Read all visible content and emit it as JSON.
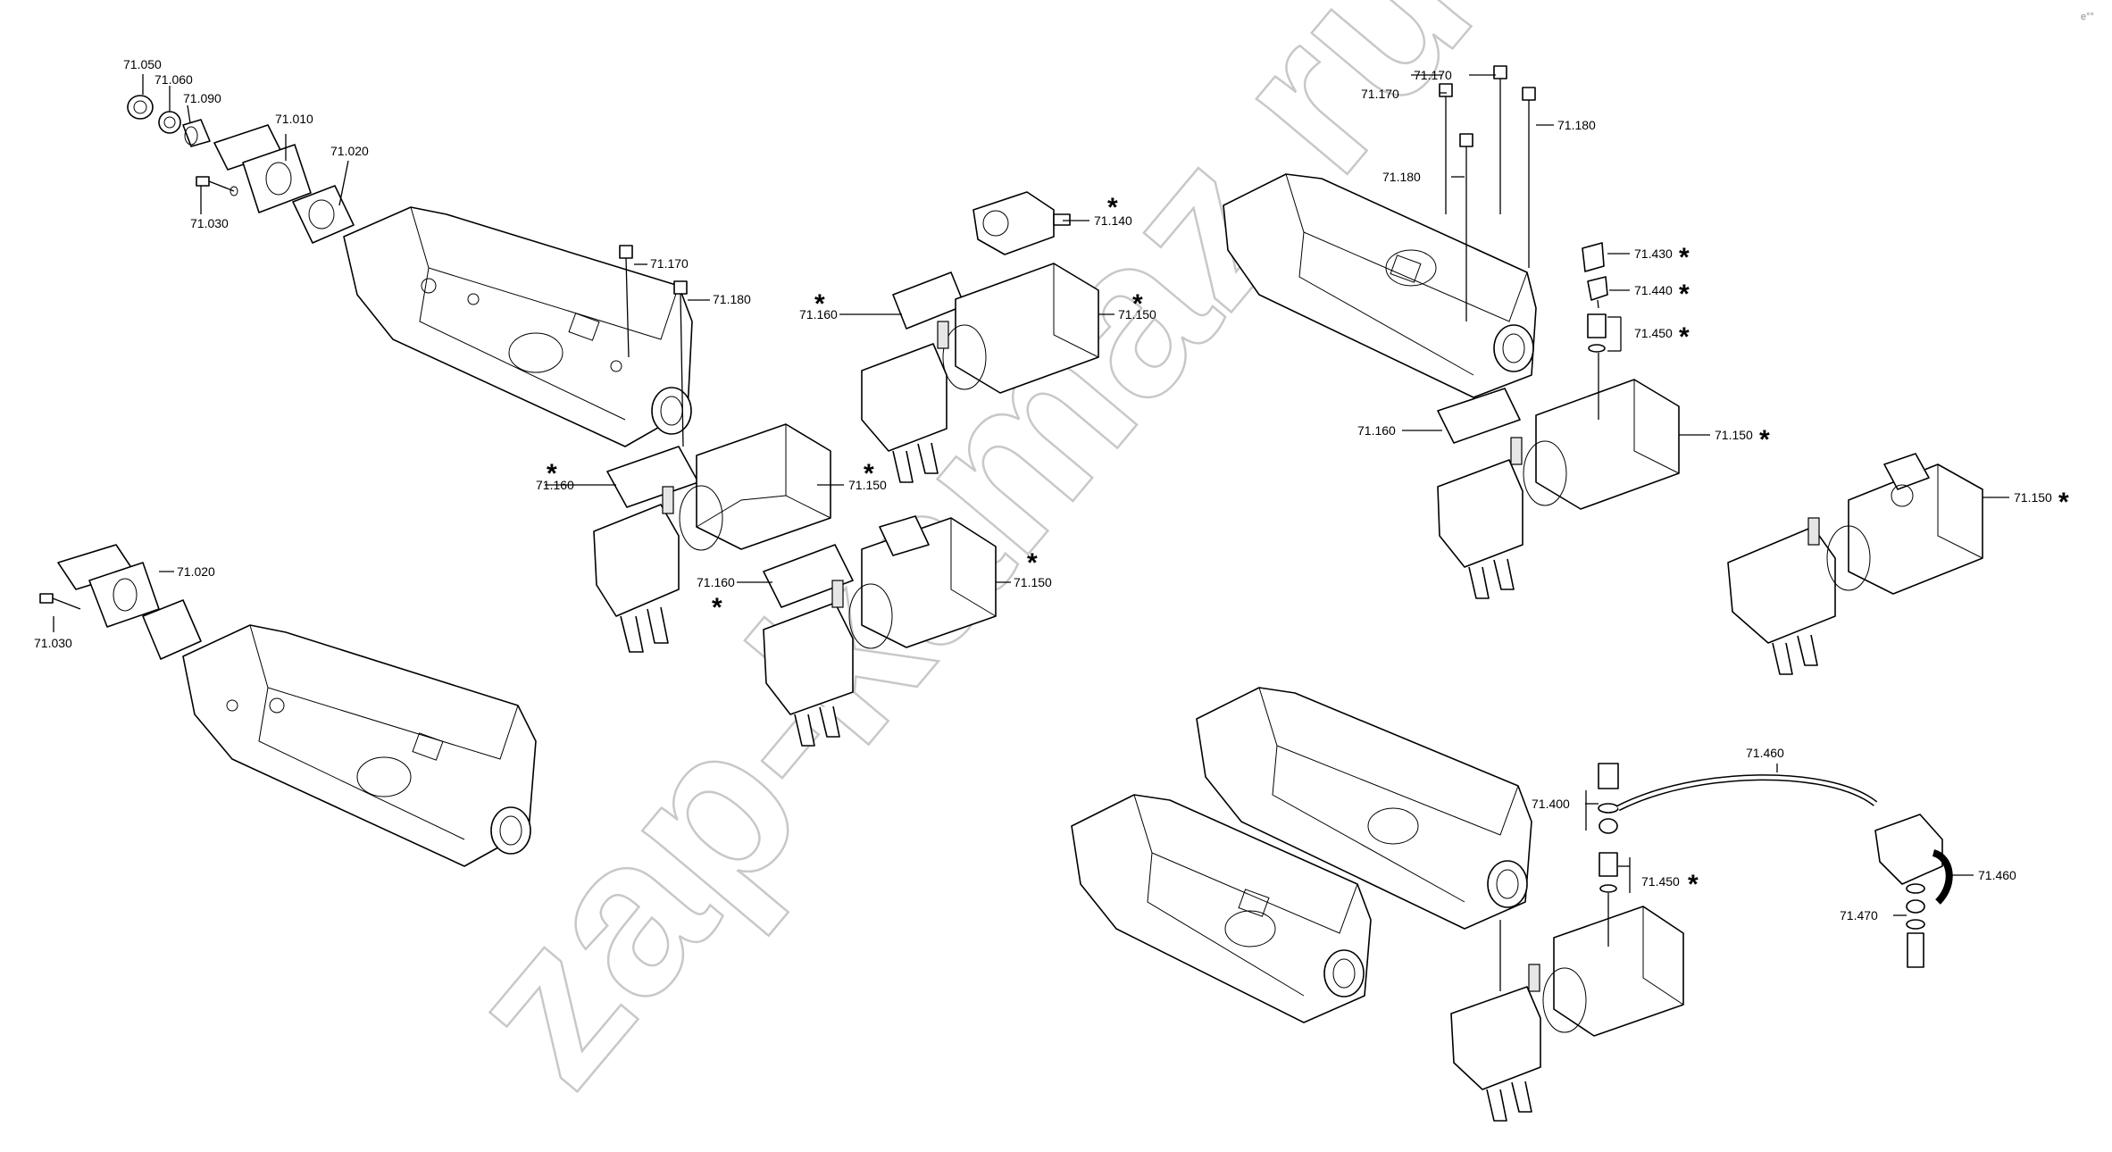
{
  "watermark": "zap-kamaz.ru",
  "corner_mark": "e°°",
  "labels": {
    "l_71050": "71.050",
    "l_71060": "71.060",
    "l_71090": "71.090",
    "l_71010": "71.010",
    "l_71020a": "71.020",
    "l_71030a": "71.030",
    "l_71170a": "71.170",
    "l_71180a": "71.180",
    "l_71160a": "71.160",
    "l_71150a": "71.150",
    "l_71140": "71.140",
    "l_71160b": "71.160",
    "l_71150b": "71.150",
    "l_71160c": "71.160",
    "l_71150c": "71.150",
    "l_71020b": "71.020",
    "l_71030b": "71.030",
    "l_71170b": "71.170",
    "l_71170c": "71.170",
    "l_71180b": "71.180",
    "l_71180c": "71.180",
    "l_71430": "71.430",
    "l_71440": "71.440",
    "l_71450a": "71.450",
    "l_71160d": "71.160",
    "l_71150d": "71.150",
    "l_71150e": "71.150",
    "l_71460a": "71.460",
    "l_71400": "71.400",
    "l_71450b": "71.450",
    "l_71460b": "71.460",
    "l_71470": "71.470"
  },
  "asterisk": "*"
}
